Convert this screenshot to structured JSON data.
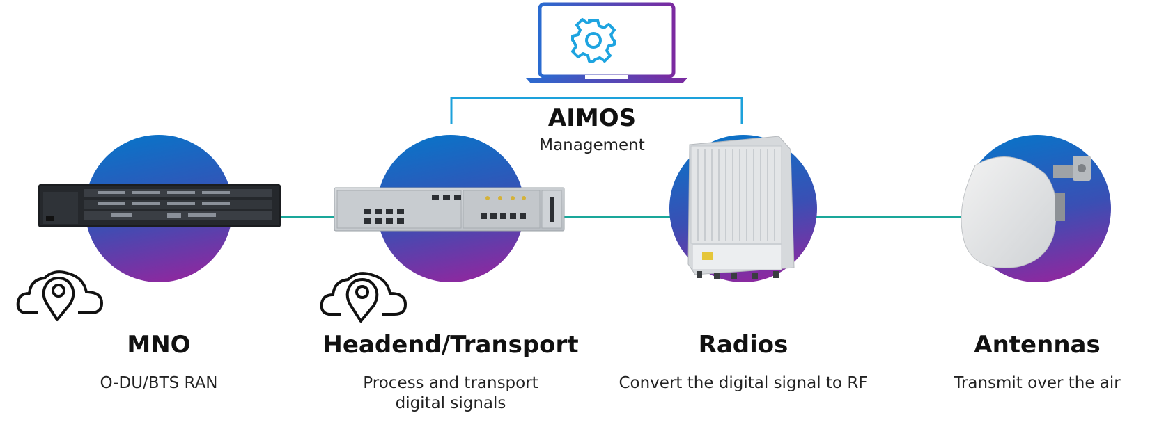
{
  "management": {
    "title": "AIMOS",
    "subtitle": "Management",
    "icon": "gear-laptop-icon"
  },
  "nodes": [
    {
      "title": "MNO",
      "description": "O-DU/BTS RAN",
      "icon": "cloud-location-icon"
    },
    {
      "title": "Headend/Transport",
      "description": "Process and transport digital signals",
      "icon": "cloud-location-icon"
    },
    {
      "title": "Radios",
      "description": "Convert the digital signal to RF"
    },
    {
      "title": "Antennas",
      "description": "Transmit over the air"
    }
  ],
  "colors": {
    "circle_top": "#0a73c8",
    "circle_bottom": "#7a2c9c",
    "link_line": "#1aa79a",
    "bracket_line": "#1da1db",
    "gear": "#1ea4e0",
    "laptop_left": "#2a6bd0",
    "laptop_right": "#7b2aa0"
  }
}
